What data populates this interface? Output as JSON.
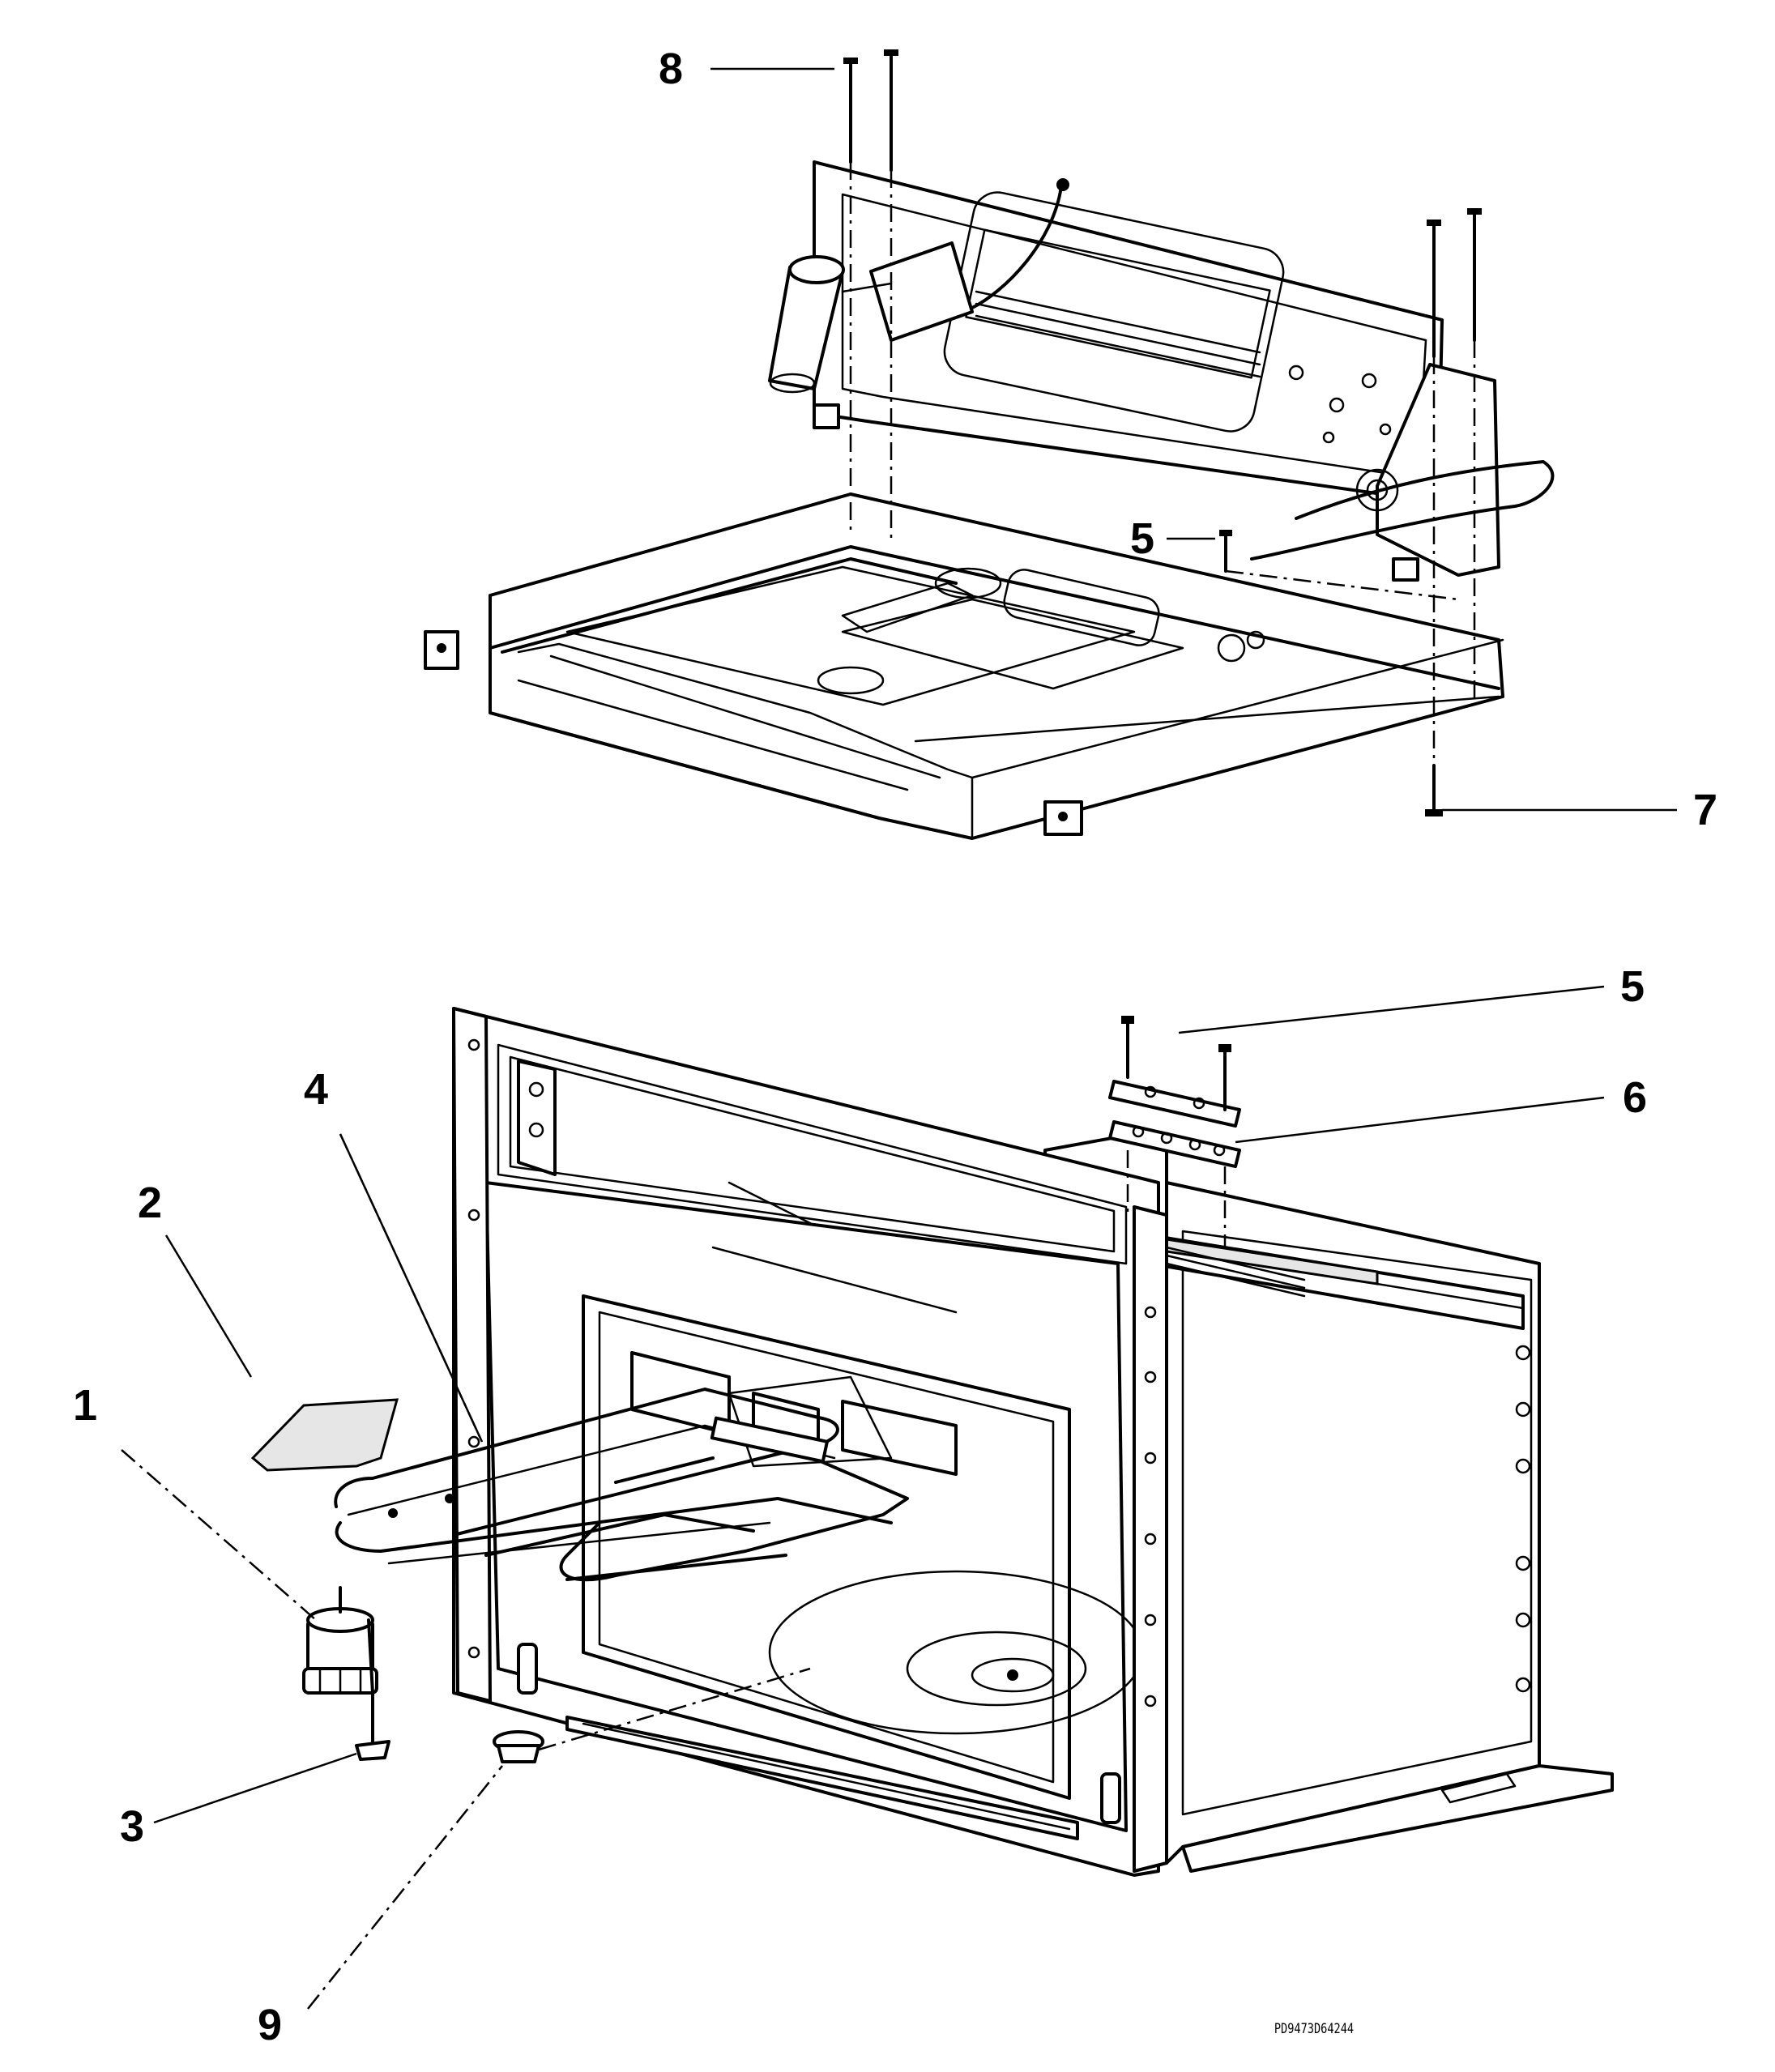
{
  "diagram": {
    "callouts": [
      "8",
      "5",
      "7",
      "5",
      "6",
      "4",
      "2",
      "1",
      "3",
      "9"
    ],
    "drawing_code": "PD9473D64244"
  }
}
